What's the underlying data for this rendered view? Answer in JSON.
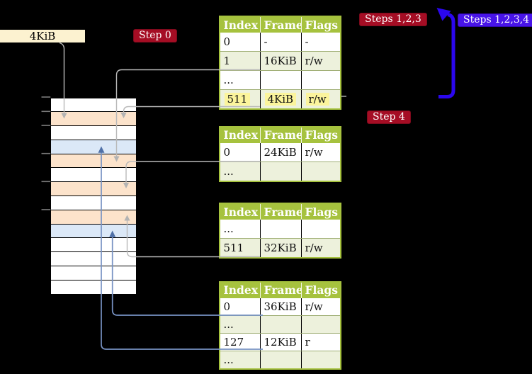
{
  "register_box": {
    "label": "4KiB"
  },
  "badges": {
    "step0": "Step 0",
    "steps123": "Steps 1,2,3",
    "steps1234": "Steps 1,2,3,4",
    "step4": "Step 4"
  },
  "tables": [
    {
      "columns": [
        "Index",
        "Frame",
        "Flags"
      ],
      "rows": [
        {
          "cells": [
            "0",
            "-",
            "-"
          ]
        },
        {
          "cells": [
            "1",
            "16KiB",
            "r/w"
          ]
        },
        {
          "cells": [
            "...",
            "",
            ""
          ]
        },
        {
          "cells": [
            "511",
            "4KiB",
            "r/w"
          ],
          "highlight": true
        }
      ]
    },
    {
      "columns": [
        "Index",
        "Frame",
        "Flags"
      ],
      "rows": [
        {
          "cells": [
            "0",
            "24KiB",
            "r/w"
          ]
        },
        {
          "cells": [
            "...",
            "",
            ""
          ]
        }
      ]
    },
    {
      "columns": [
        "Index",
        "Frame",
        "Flags"
      ],
      "rows": [
        {
          "cells": [
            "...",
            "",
            ""
          ]
        },
        {
          "cells": [
            "511",
            "32KiB",
            "r/w"
          ]
        }
      ]
    },
    {
      "columns": [
        "Index",
        "Frame",
        "Flags"
      ],
      "rows": [
        {
          "cells": [
            "0",
            "36KiB",
            "r/w"
          ]
        },
        {
          "cells": [
            "...",
            "",
            ""
          ]
        },
        {
          "cells": [
            "127",
            "12KiB",
            "r"
          ]
        },
        {
          "cells": [
            "...",
            "",
            ""
          ]
        }
      ]
    }
  ],
  "memory": {
    "rows": [
      {
        "type": "free"
      },
      {
        "type": "table"
      },
      {
        "type": "free"
      },
      {
        "type": "mapped"
      },
      {
        "type": "table"
      },
      {
        "type": "free"
      },
      {
        "type": "table"
      },
      {
        "type": "free"
      },
      {
        "type": "table"
      },
      {
        "type": "mapped"
      },
      {
        "type": "free"
      },
      {
        "type": "free"
      },
      {
        "type": "free"
      },
      {
        "type": "free"
      }
    ]
  },
  "colors": {
    "c-header-green": "#a6c23e",
    "c-row-green": "#edf1dc",
    "c-highlight": "#fbf49c",
    "c-badge-red": "#a50d24",
    "c-badge-blue": "#4814e8",
    "c-arrow-blue": "#2b07ee",
    "c-frame-orange": "#fce3cb",
    "c-frame-blue": "#dbe8f7",
    "c-reg-cream": "#fcf2d0",
    "c-conn-gray": "#b9b9b9",
    "c-conn-blue": "#7792c3"
  }
}
